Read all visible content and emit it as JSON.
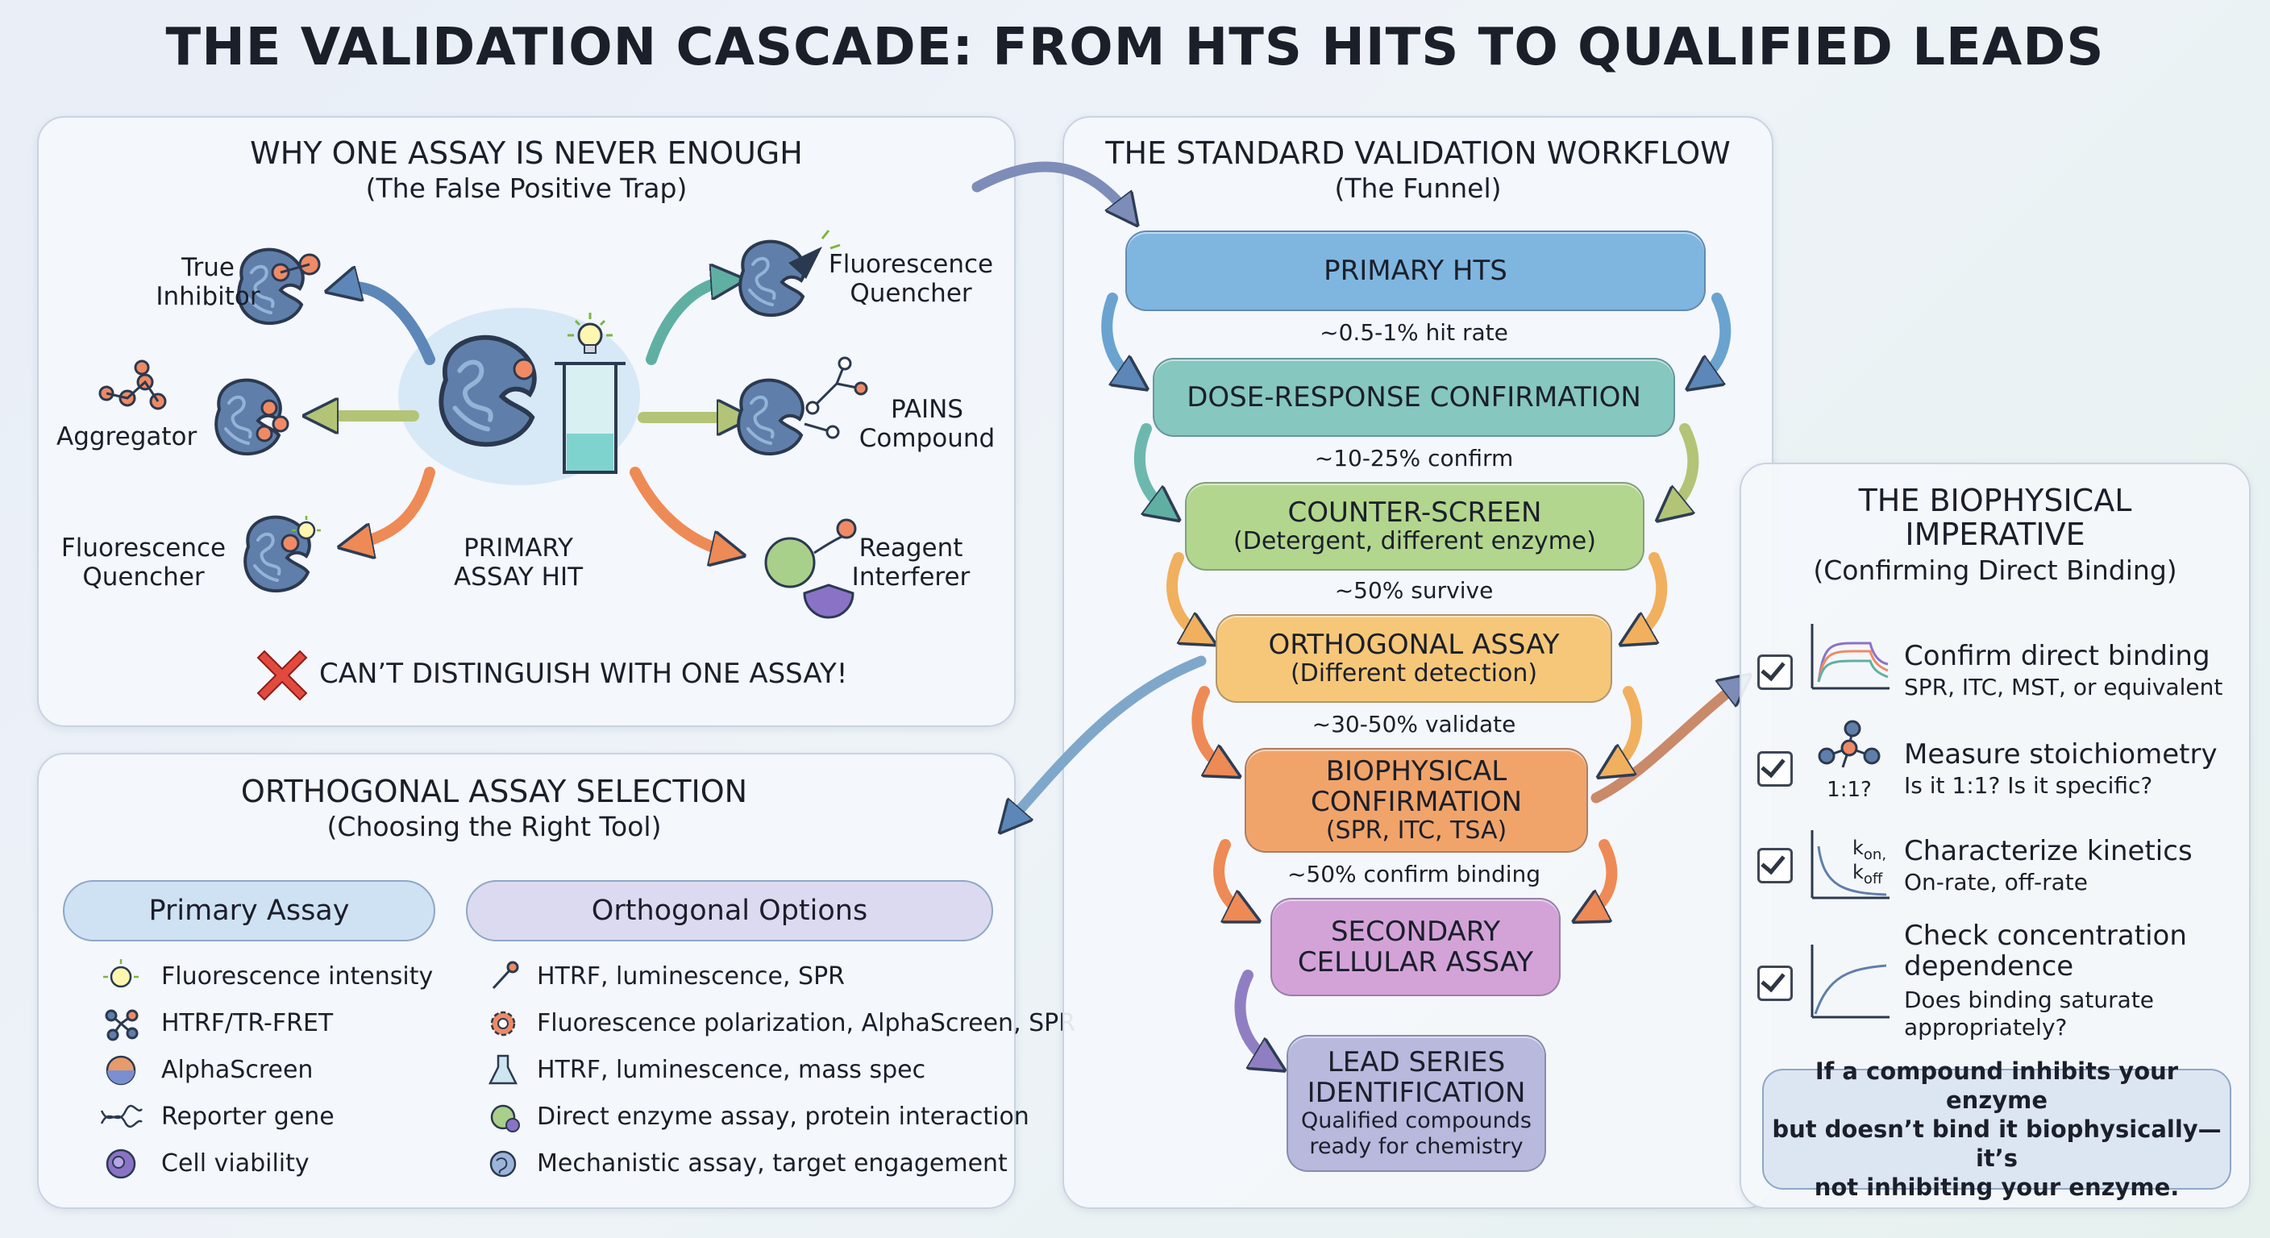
{
  "title": "THE VALIDATION CASCADE: FROM HTS HITS TO QUALIFIED LEADS",
  "false_positive": {
    "title": "WHY ONE ASSAY IS NEVER ENOUGH",
    "subtitle": "(The False Positive Trap)",
    "center_label_1": "PRIMARY",
    "center_label_2": "ASSAY HIT",
    "outcomes": {
      "true_inhibitor": [
        "True",
        "Inhibitor"
      ],
      "aggregator": "Aggregator",
      "quencher_left": [
        "Fluorescence",
        "Quencher"
      ],
      "quencher_right": [
        "Fluorescence",
        "Quencher"
      ],
      "pains": [
        "PAINS",
        "Compound"
      ],
      "reagent": [
        "Reagent",
        "Interferer"
      ]
    },
    "warning": "CAN’T DISTINGUISH WITH ONE ASSAY!"
  },
  "orthogonal": {
    "title": "ORTHOGONAL ASSAY SELECTION",
    "subtitle": "(Choosing the Right Tool)",
    "col_primary": "Primary Assay",
    "col_options": "Orthogonal Options",
    "rows": [
      {
        "primary": "Fluorescence intensity",
        "primary_icon": "lightbulb-icon",
        "options": "HTRF, luminescence, SPR",
        "options_icon": "pipette-icon"
      },
      {
        "primary": "HTRF/TR-FRET",
        "primary_icon": "molecule-icon",
        "options": "Fluorescence polarization, AlphaScreen, SPR",
        "options_icon": "gear-icon"
      },
      {
        "primary": "AlphaScreen",
        "primary_icon": "bead-icon",
        "options": "HTRF, luminescence, mass spec",
        "options_icon": "flask-icon"
      },
      {
        "primary": "Reporter gene",
        "primary_icon": "dna-icon",
        "options": "Direct enzyme assay, protein interaction",
        "options_icon": "enzyme-icon"
      },
      {
        "primary": "Cell viability",
        "primary_icon": "cell-icon",
        "options": "Mechanistic assay, target engagement",
        "options_icon": "brain-icon"
      }
    ]
  },
  "workflow": {
    "title": "THE STANDARD VALIDATION WORKFLOW",
    "subtitle": "(The Funnel)",
    "stages": [
      {
        "title": "PRIMARY HTS",
        "sub": "",
        "color": "#7fb6e0"
      },
      {
        "title": "DOSE-RESPONSE CONFIRMATION",
        "sub": "",
        "color": "#86c7c0"
      },
      {
        "title": "COUNTER-SCREEN",
        "sub": "(Detergent, different enzyme)",
        "color": "#b3d68e"
      },
      {
        "title": "ORTHOGONAL ASSAY",
        "sub": "(Different detection)",
        "color": "#f6c779"
      },
      {
        "title": "BIOPHYSICAL\nCONFIRMATION",
        "sub": "(SPR, ITC, TSA)",
        "color": "#f1a46a"
      },
      {
        "title": "SECONDARY\nCELLULAR ASSAY",
        "sub": "",
        "color": "#d3a3d8"
      },
      {
        "title": "LEAD SERIES\nIDENTIFICATION",
        "sub": "Qualified compounds\nready for chemistry",
        "color": "#b9b8dd"
      }
    ],
    "rates": [
      "~0.5-1% hit rate",
      "~10-25% confirm",
      "~50% survive",
      "~30-50% validate",
      "~50% confirm binding"
    ]
  },
  "biophysical": {
    "title_1": "THE BIOPHYSICAL",
    "title_2": "IMPERATIVE",
    "subtitle": "(Confirming Direct Binding)",
    "items": [
      {
        "head": "Confirm direct binding",
        "sub": "SPR, ITC, MST, or equivalent",
        "icon": "sensorgram-icon"
      },
      {
        "head": "Measure stoichiometry",
        "sub": "Is it 1:1? Is it specific?",
        "icon": "molecule-icon",
        "icon_text": "1:1?"
      },
      {
        "head": "Characterize kinetics",
        "sub": "On-rate, off-rate",
        "icon": "kinetics-curve-icon",
        "icon_text_1": "k",
        "icon_sub_1": "on,",
        "icon_text_2": "k",
        "icon_sub_2": "off"
      },
      {
        "head": "Check concentration dependence",
        "head_1": "Check concentration",
        "head_2": "dependence",
        "sub_1": "Does binding saturate",
        "sub_2": "appropriately?",
        "icon": "saturation-curve-icon"
      }
    ],
    "callout": [
      "If a compound inhibits your enzyme",
      "but doesn’t bind it biophysically—it’s",
      "not inhibiting your enzyme."
    ]
  }
}
